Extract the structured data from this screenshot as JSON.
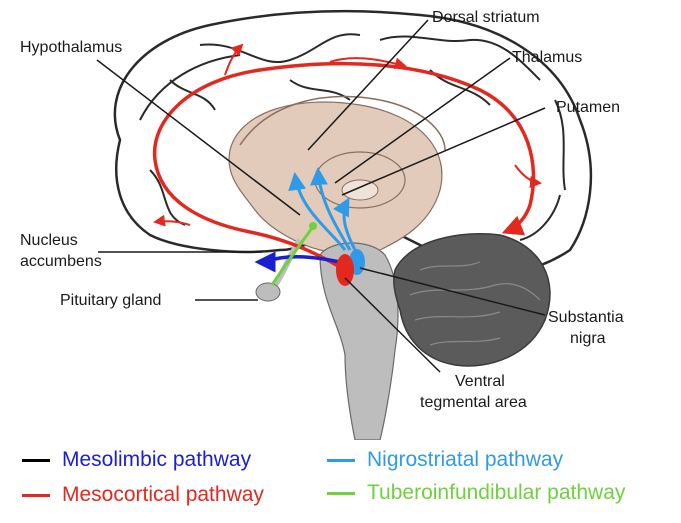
{
  "labels": {
    "dorsal_striatum": "Dorsal striatum",
    "hypothalamus": "Hypothalamus",
    "thalamus": "Thalamus",
    "putamen": "Putamen",
    "nucleus_accumbens_1": "Nucleus",
    "nucleus_accumbens_2": "accumbens",
    "pituitary_gland": "Pituitary gland",
    "substantia_nigra_1": "Substantia",
    "substantia_nigra_2": "nigra",
    "ventral_tegmental_1": "Ventral",
    "ventral_tegmental_2": "tegmental area"
  },
  "legend": [
    {
      "id": "mesolimbic",
      "label": "Mesolimbic pathway",
      "line_color": "#000000",
      "text_color": "#1a1fd0"
    },
    {
      "id": "mesocortical",
      "label": "Mesocortical pathway",
      "line_color": "#e3281f",
      "text_color": "#e3281f"
    },
    {
      "id": "nigrostriatal",
      "label": "Nigrostriatal pathway",
      "line_color": "#2f9be8",
      "text_color": "#2f9be8"
    },
    {
      "id": "tuberoinfundibular",
      "label": "Tuberoinfundibular pathway",
      "line_color": "#6fd23c",
      "text_color": "#6fd23c"
    }
  ],
  "colors": {
    "cortex_fill": "#ffffff",
    "cortex_stroke": "#2a2a2a",
    "deep_brain": "#e2cbbb",
    "brainstem": "#bdbdbd",
    "cerebellum": "#5b5b5b",
    "mesolimbic_arrow": "#1a1fd0",
    "mesocortical": "#e3281f",
    "nigrostriatal": "#2f9be8",
    "tuberoinfundibular": "#6fd23c"
  }
}
